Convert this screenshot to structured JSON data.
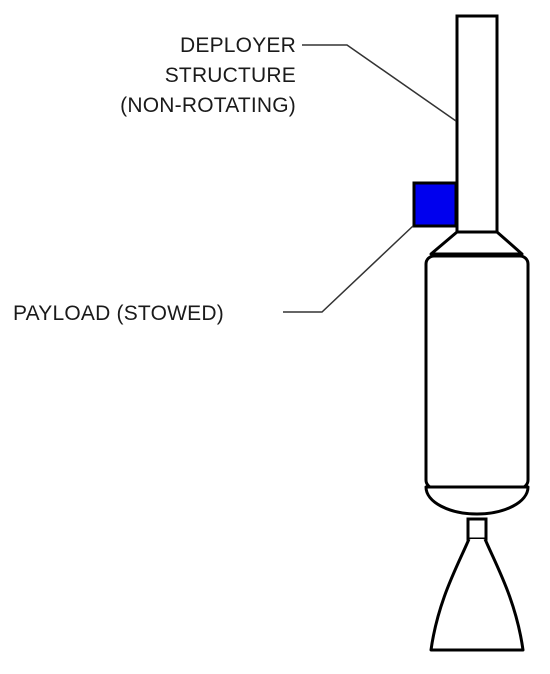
{
  "labels": {
    "deployer_line1": "DEPLOYER",
    "deployer_line2": "STRUCTURE",
    "deployer_line3": "(NON-ROTATING)",
    "payload": "PAYLOAD (STOWED)"
  },
  "colors": {
    "payload_fill": "#0000ee",
    "outline": "#000000",
    "leader": "#333333"
  }
}
